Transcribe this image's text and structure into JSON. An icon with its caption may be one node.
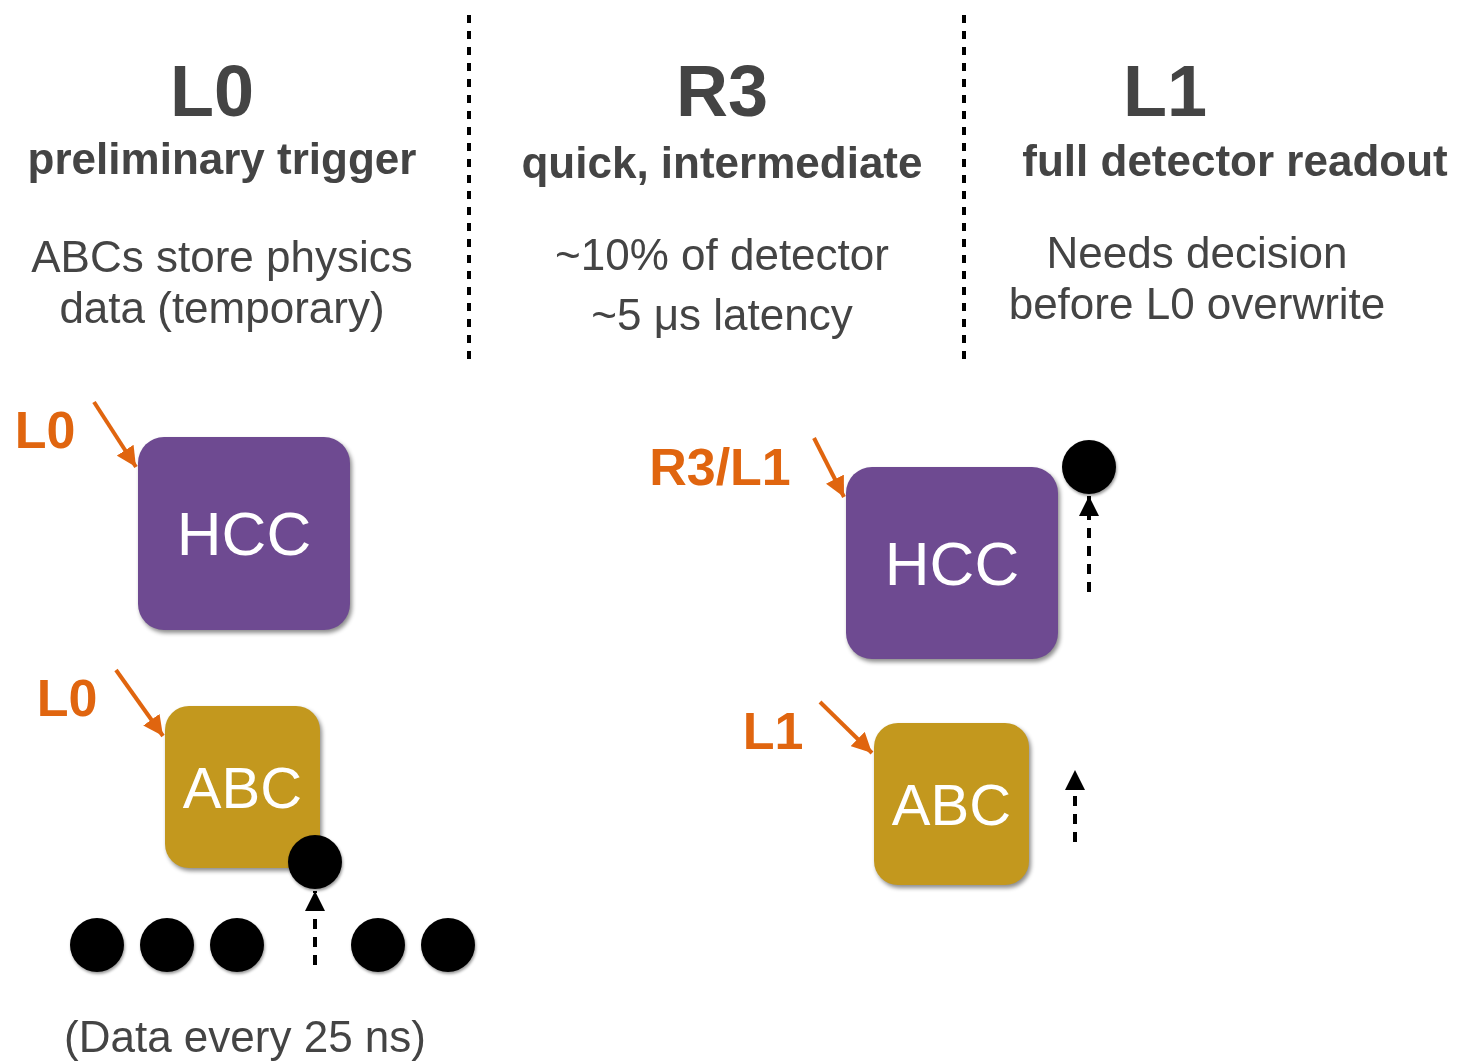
{
  "diagram": {
    "nodes": [
      {
        "text": [
          "L0"
        ]
      },
      {
        "text": [
          "HCC"
        ]
      },
      {
        "text": [
          "L0"
        ]
      },
      {
        "text": [
          "ABC"
        ]
      },
      {
        "text": [],
        "shape": "circle"
      },
      {
        "text": [],
        "shape": "circle"
      },
      {
        "text": [],
        "shape": "circle"
      },
      {
        "text": [],
        "shape": "circle"
      },
      {
        "text": [],
        "shape": "circle"
      },
      {
        "text": [],
        "shape": "circle"
      },
      {
        "text": [
          "R3/L1"
        ]
      },
      {
        "text": [
          "HCC"
        ]
      },
      {
        "text": [],
        "shape": "circle"
      },
      {
        "text": [
          "L1"
        ]
      },
      {
        "text": [
          "ABC"
        ]
      }
    ],
    "edges": [
      {
        "from": 0,
        "to": 1,
        "arrow": "to"
      },
      {
        "from": 2,
        "to": 3,
        "arrow": "to"
      },
      {
        "from": null,
        "to": 4,
        "arrow": "to",
        "style": "dashed",
        "color": "#000000"
      },
      {
        "from": 10,
        "to": 11,
        "arrow": "to"
      },
      {
        "from": null,
        "to": 12,
        "arrow": "to",
        "style": "dashed",
        "color": "#000000"
      },
      {
        "from": 13,
        "to": 14,
        "arrow": "to"
      }
    ],
    "labels": [
      "L0",
      "preliminary trigger",
      "ABCs store physics data (temporary)",
      "R3",
      "quick, intermediate",
      "~10% of detector",
      "~5 μs latency",
      "L1",
      "full detector readout",
      "Needs decision before L0 overwrite",
      "(Data every 25 ns)"
    ]
  }
}
